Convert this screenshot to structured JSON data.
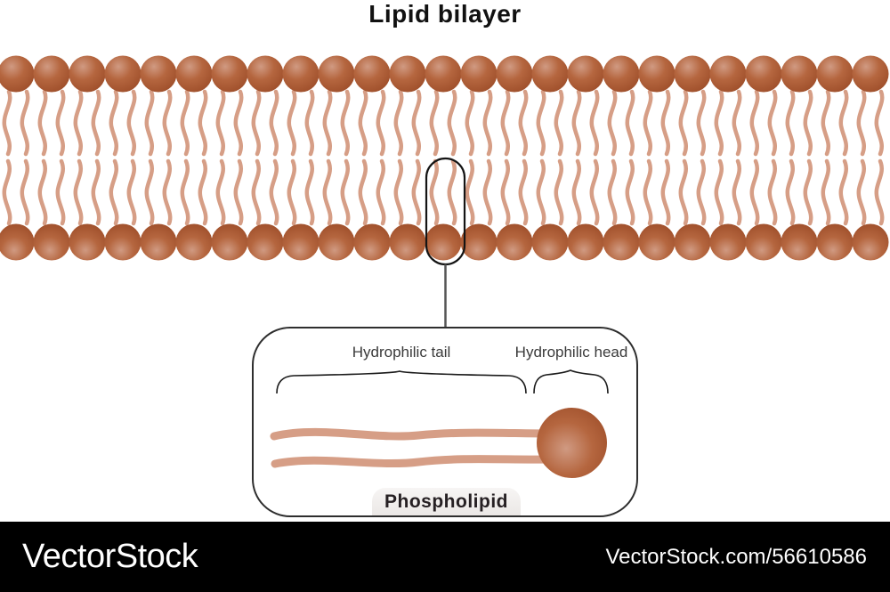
{
  "title": "Lipid bilayer",
  "figure": {
    "lipid_count": 25,
    "labels": {
      "tail": "Hydrophilic tail",
      "head": "Hydrophilic head",
      "caption": "Phospholipid"
    },
    "colors": {
      "head_light": "#d09a82",
      "head_mid": "#b5663f",
      "head_dark": "#9c4c28",
      "tail": "#d69e86",
      "outline": "#2e2e2e",
      "connector": "#555555"
    }
  },
  "footer": {
    "brand": "VectorStock",
    "watermark": "VectorStock.com/56610586",
    "background": "#000000"
  }
}
